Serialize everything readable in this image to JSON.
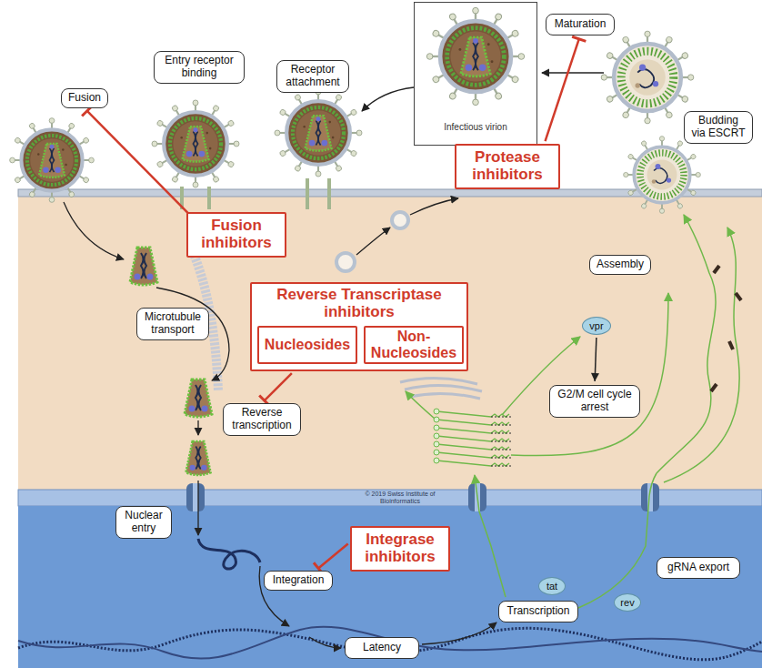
{
  "diagram": {
    "nodes": [
      {
        "text": [
          "Maturation"
        ]
      },
      {
        "text": [
          "Infectious virion"
        ]
      },
      {
        "text": [
          "Fusion"
        ]
      },
      {
        "text": [
          "Entry receptor binding"
        ]
      },
      {
        "text": [
          "Receptor attachment"
        ]
      },
      {
        "text": [
          "Budding via ESCRT"
        ]
      },
      {
        "text": [
          "Protease inhibitors"
        ]
      },
      {
        "text": [
          "Fusion inhibitors"
        ]
      },
      {
        "text": [
          "Reverse Transcriptase inhibitors"
        ]
      },
      {
        "text": [
          "Nucleosides"
        ],
        "in": 8
      },
      {
        "text": [
          "Non-Nucleosides"
        ],
        "in": 8
      },
      {
        "text": [
          "Microtubule transport"
        ]
      },
      {
        "text": [
          "Assembly"
        ]
      },
      {
        "text": [
          "vpr"
        ]
      },
      {
        "text": [
          "G2/M cell cycle arrest"
        ]
      },
      {
        "text": [
          "Reverse transcription"
        ]
      },
      {
        "text": [
          "Nuclear entry"
        ]
      },
      {
        "text": [
          "Integrase inhibitors"
        ]
      },
      {
        "text": [
          "Integration"
        ]
      },
      {
        "text": [
          "tat"
        ]
      },
      {
        "text": [
          "rev"
        ]
      },
      {
        "text": [
          "gRNA export"
        ]
      },
      {
        "text": [
          "Transcription"
        ]
      },
      {
        "text": [
          "Latency"
        ]
      }
    ],
    "edges": [
      {
        "from": 7,
        "to": 2,
        "arrow": "to"
      },
      {
        "from": 6,
        "to": 0,
        "arrow": "to"
      },
      {
        "from": 8,
        "to": 15,
        "arrow": "to"
      },
      {
        "from": 17,
        "to": 18,
        "arrow": "to"
      },
      {
        "from": 13,
        "to": 14,
        "arrow": "to"
      }
    ],
    "labels": [
      "© 2019 Swiss Institute of Bioinformatics"
    ]
  }
}
